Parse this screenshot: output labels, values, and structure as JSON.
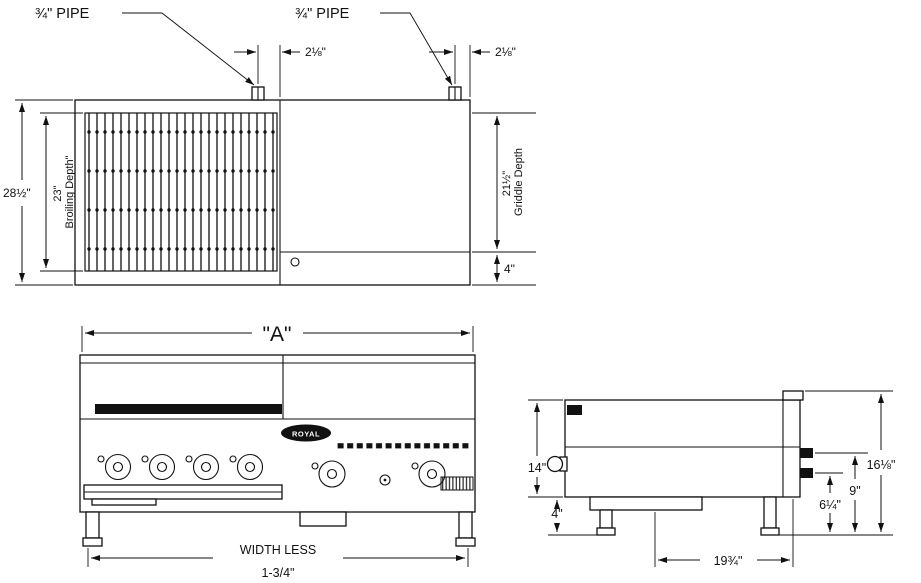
{
  "colors": {
    "ink": "#111111",
    "paper": "#ffffff"
  },
  "top_view": {
    "pipe_label_left": "¾\" PIPE",
    "pipe_label_right": "¾\" PIPE",
    "pipe_offset_left": "2⅛\"",
    "pipe_offset_right": "2⅛\"",
    "overall_depth": "28½\"",
    "broiling_depth_value": "23\"",
    "broiling_depth_label": "Broiling Depth\"",
    "griddle_depth_value": "21½\"",
    "griddle_depth_label": "Griddle Depth",
    "front_edge": "4\""
  },
  "front_view": {
    "width_label": "\"A\"",
    "brand": "ROYAL",
    "width_less_line1": "WIDTH LESS",
    "width_less_line2": "1-3/4\""
  },
  "side_view": {
    "body_height": "14\"",
    "leg_height": "4\"",
    "overall_height": "16⅛\"",
    "pipe_height_upper": "9\"",
    "pipe_height_lower": "6¼\"",
    "depth": "19¾\""
  }
}
